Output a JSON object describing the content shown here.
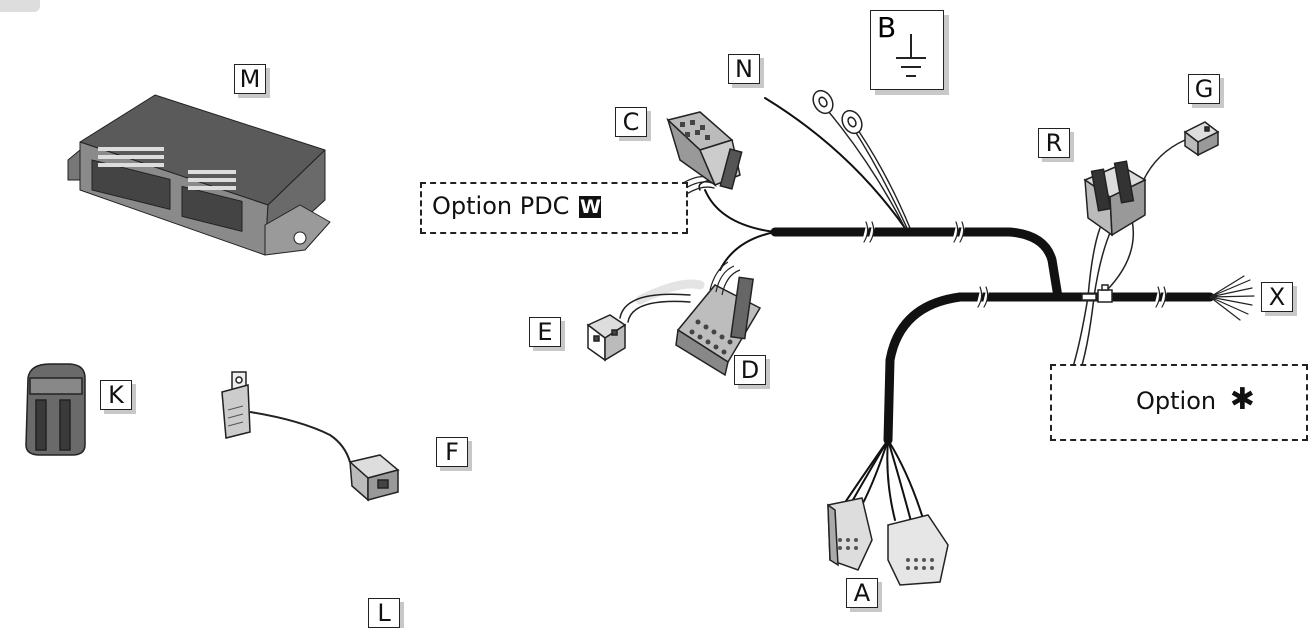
{
  "components": [
    {
      "id": "M",
      "label": "M"
    },
    {
      "id": "N",
      "label": "N"
    },
    {
      "id": "B",
      "label": "B"
    },
    {
      "id": "C",
      "label": "C"
    },
    {
      "id": "G",
      "label": "G"
    },
    {
      "id": "R",
      "label": "R"
    },
    {
      "id": "X",
      "label": "X"
    },
    {
      "id": "E",
      "label": "E"
    },
    {
      "id": "D",
      "label": "D"
    },
    {
      "id": "K",
      "label": "K"
    },
    {
      "id": "F",
      "label": "F"
    },
    {
      "id": "A",
      "label": "A"
    },
    {
      "id": "L",
      "label": "L"
    }
  ],
  "options": {
    "pdc": {
      "text": "Option PDC",
      "badge": "W"
    },
    "star": {
      "text": "Option",
      "symbol": "✱"
    }
  }
}
